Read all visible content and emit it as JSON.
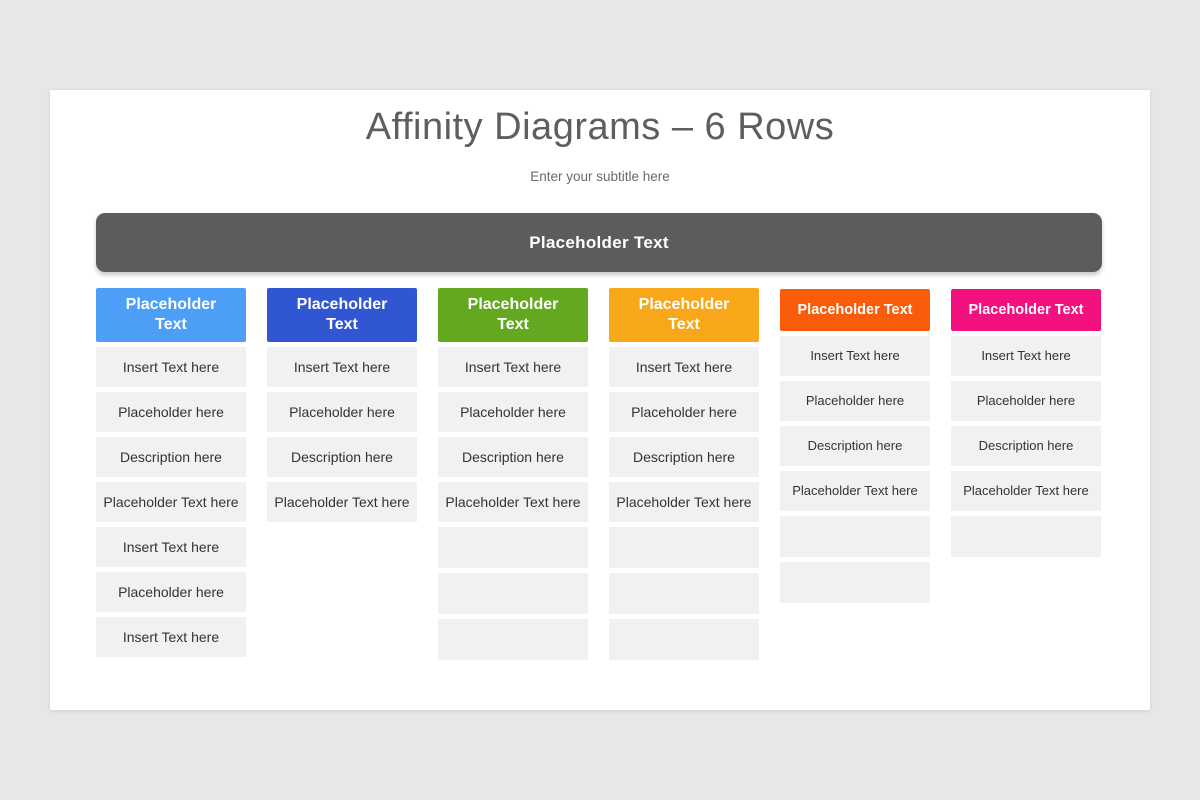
{
  "slide": {
    "title": "Affinity Diagrams – 6 Rows",
    "subtitle": "Enter your subtitle here"
  },
  "banner": {
    "label": "Placeholder Text"
  },
  "colors": {
    "page_background": "#e8e6e7",
    "card_background": "#ffffff",
    "banner_background": "#5d5c5c",
    "item_background": "#f2f1f1",
    "item_text": "#333333",
    "title_text": "#5e5e5e",
    "header_text": "#ffffff"
  },
  "columns": [
    {
      "header": {
        "label": "Placeholder Text",
        "background": "#4d9ef7",
        "lines": 2
      },
      "items": [
        {
          "label": "Insert Text here"
        },
        {
          "label": "Placeholder here"
        },
        {
          "label": "Description here"
        },
        {
          "label": "Placeholder Text here"
        },
        {
          "label": "Insert Text here"
        },
        {
          "label": "Placeholder here"
        },
        {
          "label": "Insert Text here"
        }
      ],
      "empty_boxes": 0
    },
    {
      "header": {
        "label": "Placeholder Text",
        "background": "#3156d2",
        "lines": 2
      },
      "items": [
        {
          "label": "Insert Text here"
        },
        {
          "label": "Placeholder here"
        },
        {
          "label": "Description here"
        },
        {
          "label": "Placeholder Text here"
        }
      ],
      "empty_boxes": 0
    },
    {
      "header": {
        "label": "Placeholder Text",
        "background": "#63a81f",
        "lines": 2
      },
      "items": [
        {
          "label": "Insert Text here"
        },
        {
          "label": "Placeholder here"
        },
        {
          "label": "Description here"
        },
        {
          "label": "Placeholder Text here"
        }
      ],
      "empty_boxes": 3
    },
    {
      "header": {
        "label": "Placeholder Text",
        "background": "#f8a71a",
        "lines": 2
      },
      "items": [
        {
          "label": "Insert Text here"
        },
        {
          "label": "Placeholder here"
        },
        {
          "label": "Description here"
        },
        {
          "label": "Placeholder Text here"
        }
      ],
      "empty_boxes": 3
    },
    {
      "header": {
        "label": "Placeholder Text",
        "background": "#f95c0b",
        "lines": 1
      },
      "items": [
        {
          "label": "Insert Text here"
        },
        {
          "label": "Placeholder here"
        },
        {
          "label": "Description here"
        },
        {
          "label": "Placeholder Text here"
        }
      ],
      "empty_boxes": 2
    },
    {
      "header": {
        "label": "Placeholder Text",
        "background": "#f3107f",
        "lines": 1
      },
      "items": [
        {
          "label": "Insert Text here"
        },
        {
          "label": "Placeholder here"
        },
        {
          "label": "Description here"
        },
        {
          "label": "Placeholder Text here"
        }
      ],
      "empty_boxes": 1
    }
  ]
}
